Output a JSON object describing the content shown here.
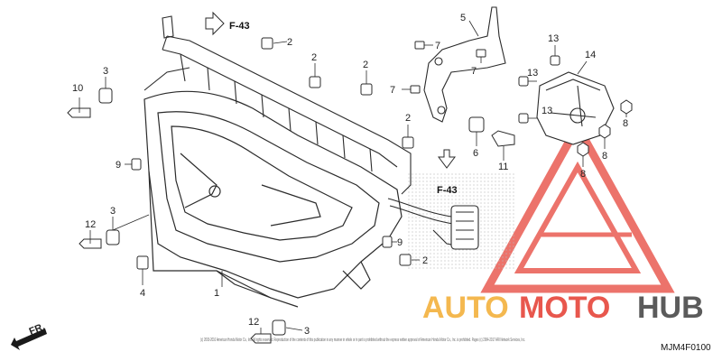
{
  "diagram": {
    "callouts": {
      "c1": "1",
      "c2a": "2",
      "c2b": "2",
      "c2c": "2",
      "c2d": "2",
      "c2e": "2",
      "c3a": "3",
      "c3b": "3",
      "c3c": "3",
      "c4": "4",
      "c5": "5",
      "c6": "6",
      "c7a": "7",
      "c7b": "7",
      "c7c": "7",
      "c8a": "8",
      "c8b": "8",
      "c8c": "8",
      "c9a": "9",
      "c9b": "9",
      "c10": "10",
      "c11": "11",
      "c12a": "12",
      "c12b": "12",
      "c13a": "13",
      "c13b": "13",
      "c13c": "13",
      "c14": "14"
    },
    "ref_top": "F-43",
    "ref_mid": "F-43",
    "direction": "FR.",
    "watermark": {
      "part1": "AUTO",
      "part2": "MOTO",
      "part3": "HUB"
    },
    "copyright": "(c) 2003-2016 American Honda Motor Co., Inc. All rights reserved. Reproduction of the contents of this publication in any manner in whole or in part is prohibited without the express written approval of American Honda Motor Co., Inc. is prohibited. Pages (c) 2004-2017 ARI Network Services, Inc.",
    "diagram_code": "MJM4F0100"
  },
  "colors": {
    "line": "#2b2b2b",
    "watermark_red": "#e6453a",
    "watermark_orange": "#f3b13d",
    "watermark_gray": "#4a4a4a"
  }
}
